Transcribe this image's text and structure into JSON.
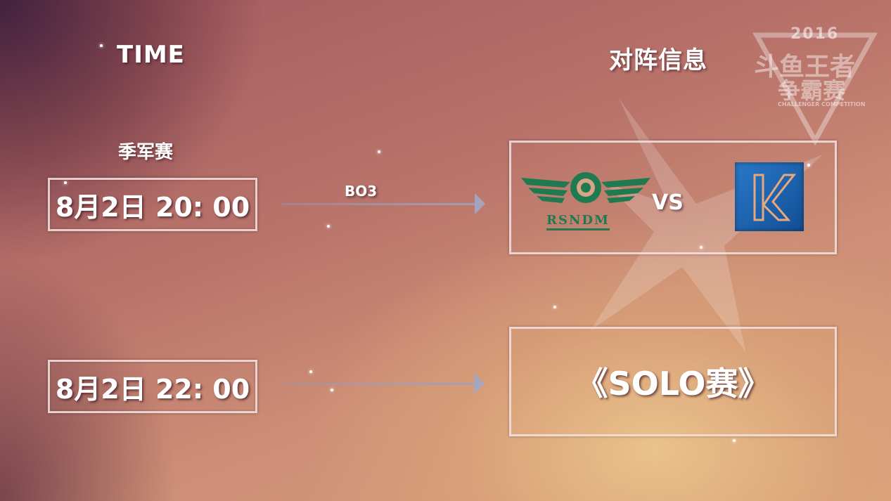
{
  "headings": {
    "time": "TIME",
    "matchup": "对阵信息"
  },
  "match1": {
    "stage": "季军赛",
    "time": "8月2日 20: 00",
    "format": "BO3",
    "team_left": {
      "name": "RSNDM",
      "color": "#1f7a50"
    },
    "vs": "VS",
    "team_right": {
      "mark": "K",
      "color": "#1a5dab"
    }
  },
  "match2": {
    "time": "8月2日 22: 00",
    "event": "《SOLO赛》"
  },
  "watermark": {
    "year": "2016",
    "title_line1": "斗鱼王者",
    "title_line2": "争霸赛",
    "subtitle": "CHALLENGER COMPETITION"
  }
}
